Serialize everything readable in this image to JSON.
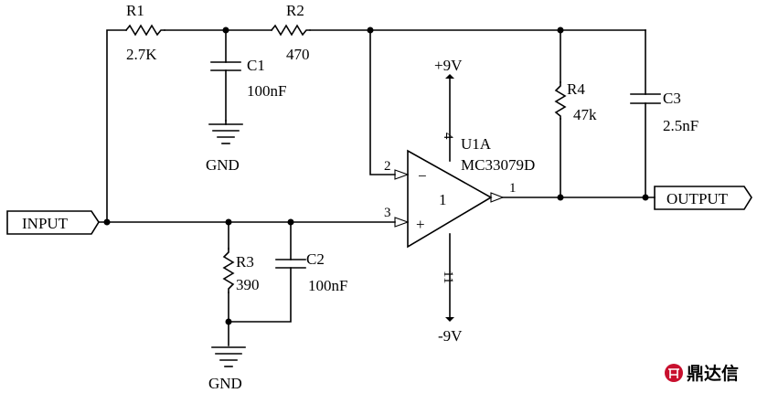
{
  "components": {
    "r1": {
      "ref": "R1",
      "value": "2.7K"
    },
    "r2": {
      "ref": "R2",
      "value": "470"
    },
    "r3": {
      "ref": "R3",
      "value": "390"
    },
    "r4": {
      "ref": "R4",
      "value": "47k"
    },
    "c1": {
      "ref": "C1",
      "value": "100nF"
    },
    "c2": {
      "ref": "C2",
      "value": "100nF"
    },
    "c3": {
      "ref": "C3",
      "value": "2.5nF"
    },
    "u1": {
      "ref": "U1A",
      "part": "MC33079D",
      "unit": "1"
    }
  },
  "pins": {
    "inv": "2",
    "noninv": "3",
    "out": "1",
    "vpos": "4",
    "vneg": "11"
  },
  "supplies": {
    "pos": "+9V",
    "neg": "-9V"
  },
  "grounds": {
    "gnd1": "GND",
    "gnd2": "GND"
  },
  "ports": {
    "input": "INPUT",
    "output": "OUTPUT"
  },
  "opamp_signs": {
    "minus": "−",
    "plus": "+"
  },
  "watermark": {
    "text": "鼎达信"
  }
}
